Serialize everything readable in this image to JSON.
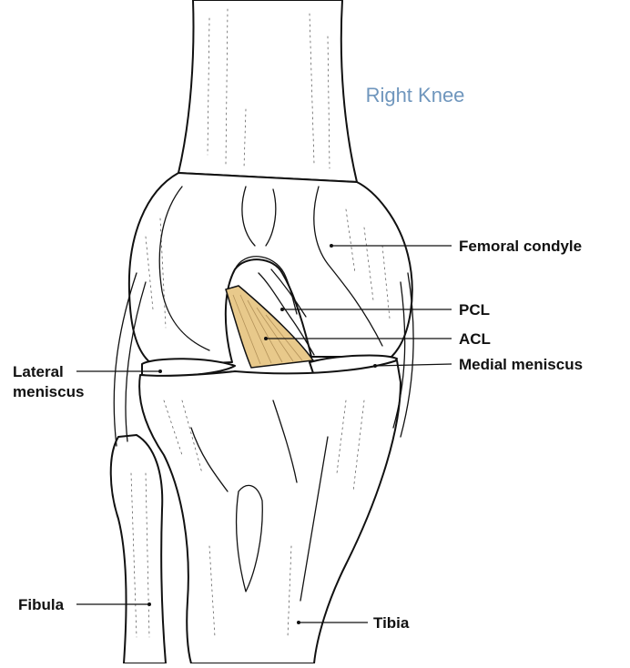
{
  "title": "Right Knee",
  "colors": {
    "title": "#6f96bd",
    "acl_fill": "#e8c98b",
    "line": "#111111"
  },
  "labels": {
    "femoral_condyle": "Femoral condyle",
    "pcl": "PCL",
    "acl": "ACL",
    "lateral_meniscus_line1": "Lateral",
    "lateral_meniscus_line2": "meniscus",
    "medial_meniscus": "Medial meniscus",
    "fibula": "Fibula",
    "tibia": "Tibia"
  }
}
